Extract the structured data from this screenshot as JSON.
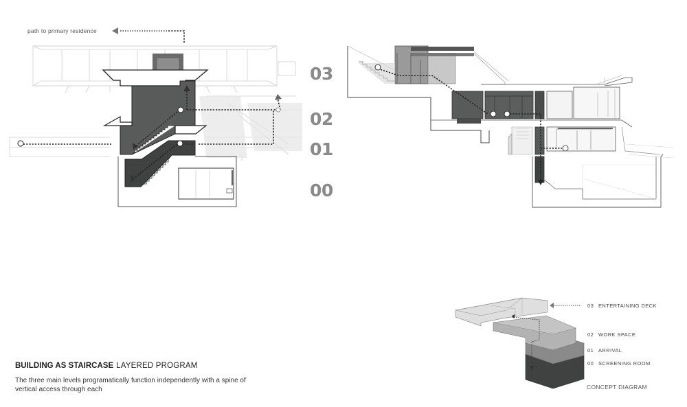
{
  "left_section": {
    "path_label": "path to primary residence",
    "icons": [
      "arrow-left-icon",
      "arrow-up-icon",
      "arrow-down-icon",
      "circle-node-icon"
    ]
  },
  "levels": [
    {
      "num": "03"
    },
    {
      "num": "02"
    },
    {
      "num": "01"
    },
    {
      "num": "00"
    }
  ],
  "caption": {
    "title_bold": "BUILDING AS STAIRCASE",
    "title_sub": "LAYERED PROGRAM",
    "description": "The three main levels programatically function independently with a spine of vertical access through each"
  },
  "concept": {
    "legend": [
      {
        "num": "03",
        "label": "ENTERTAINING DECK"
      },
      {
        "num": "02",
        "label": "WORK SPACE"
      },
      {
        "num": "01",
        "label": "ARRIVAL"
      },
      {
        "num": "00",
        "label": "SCREENING ROOM"
      }
    ],
    "caption": "CONCEPT DIAGRAM"
  },
  "colors": {
    "dark_fill": "#3f4241",
    "mid_fill": "#5a5c5c",
    "light_line": "#c8c8c8",
    "level_text": "#8a8a8a"
  }
}
